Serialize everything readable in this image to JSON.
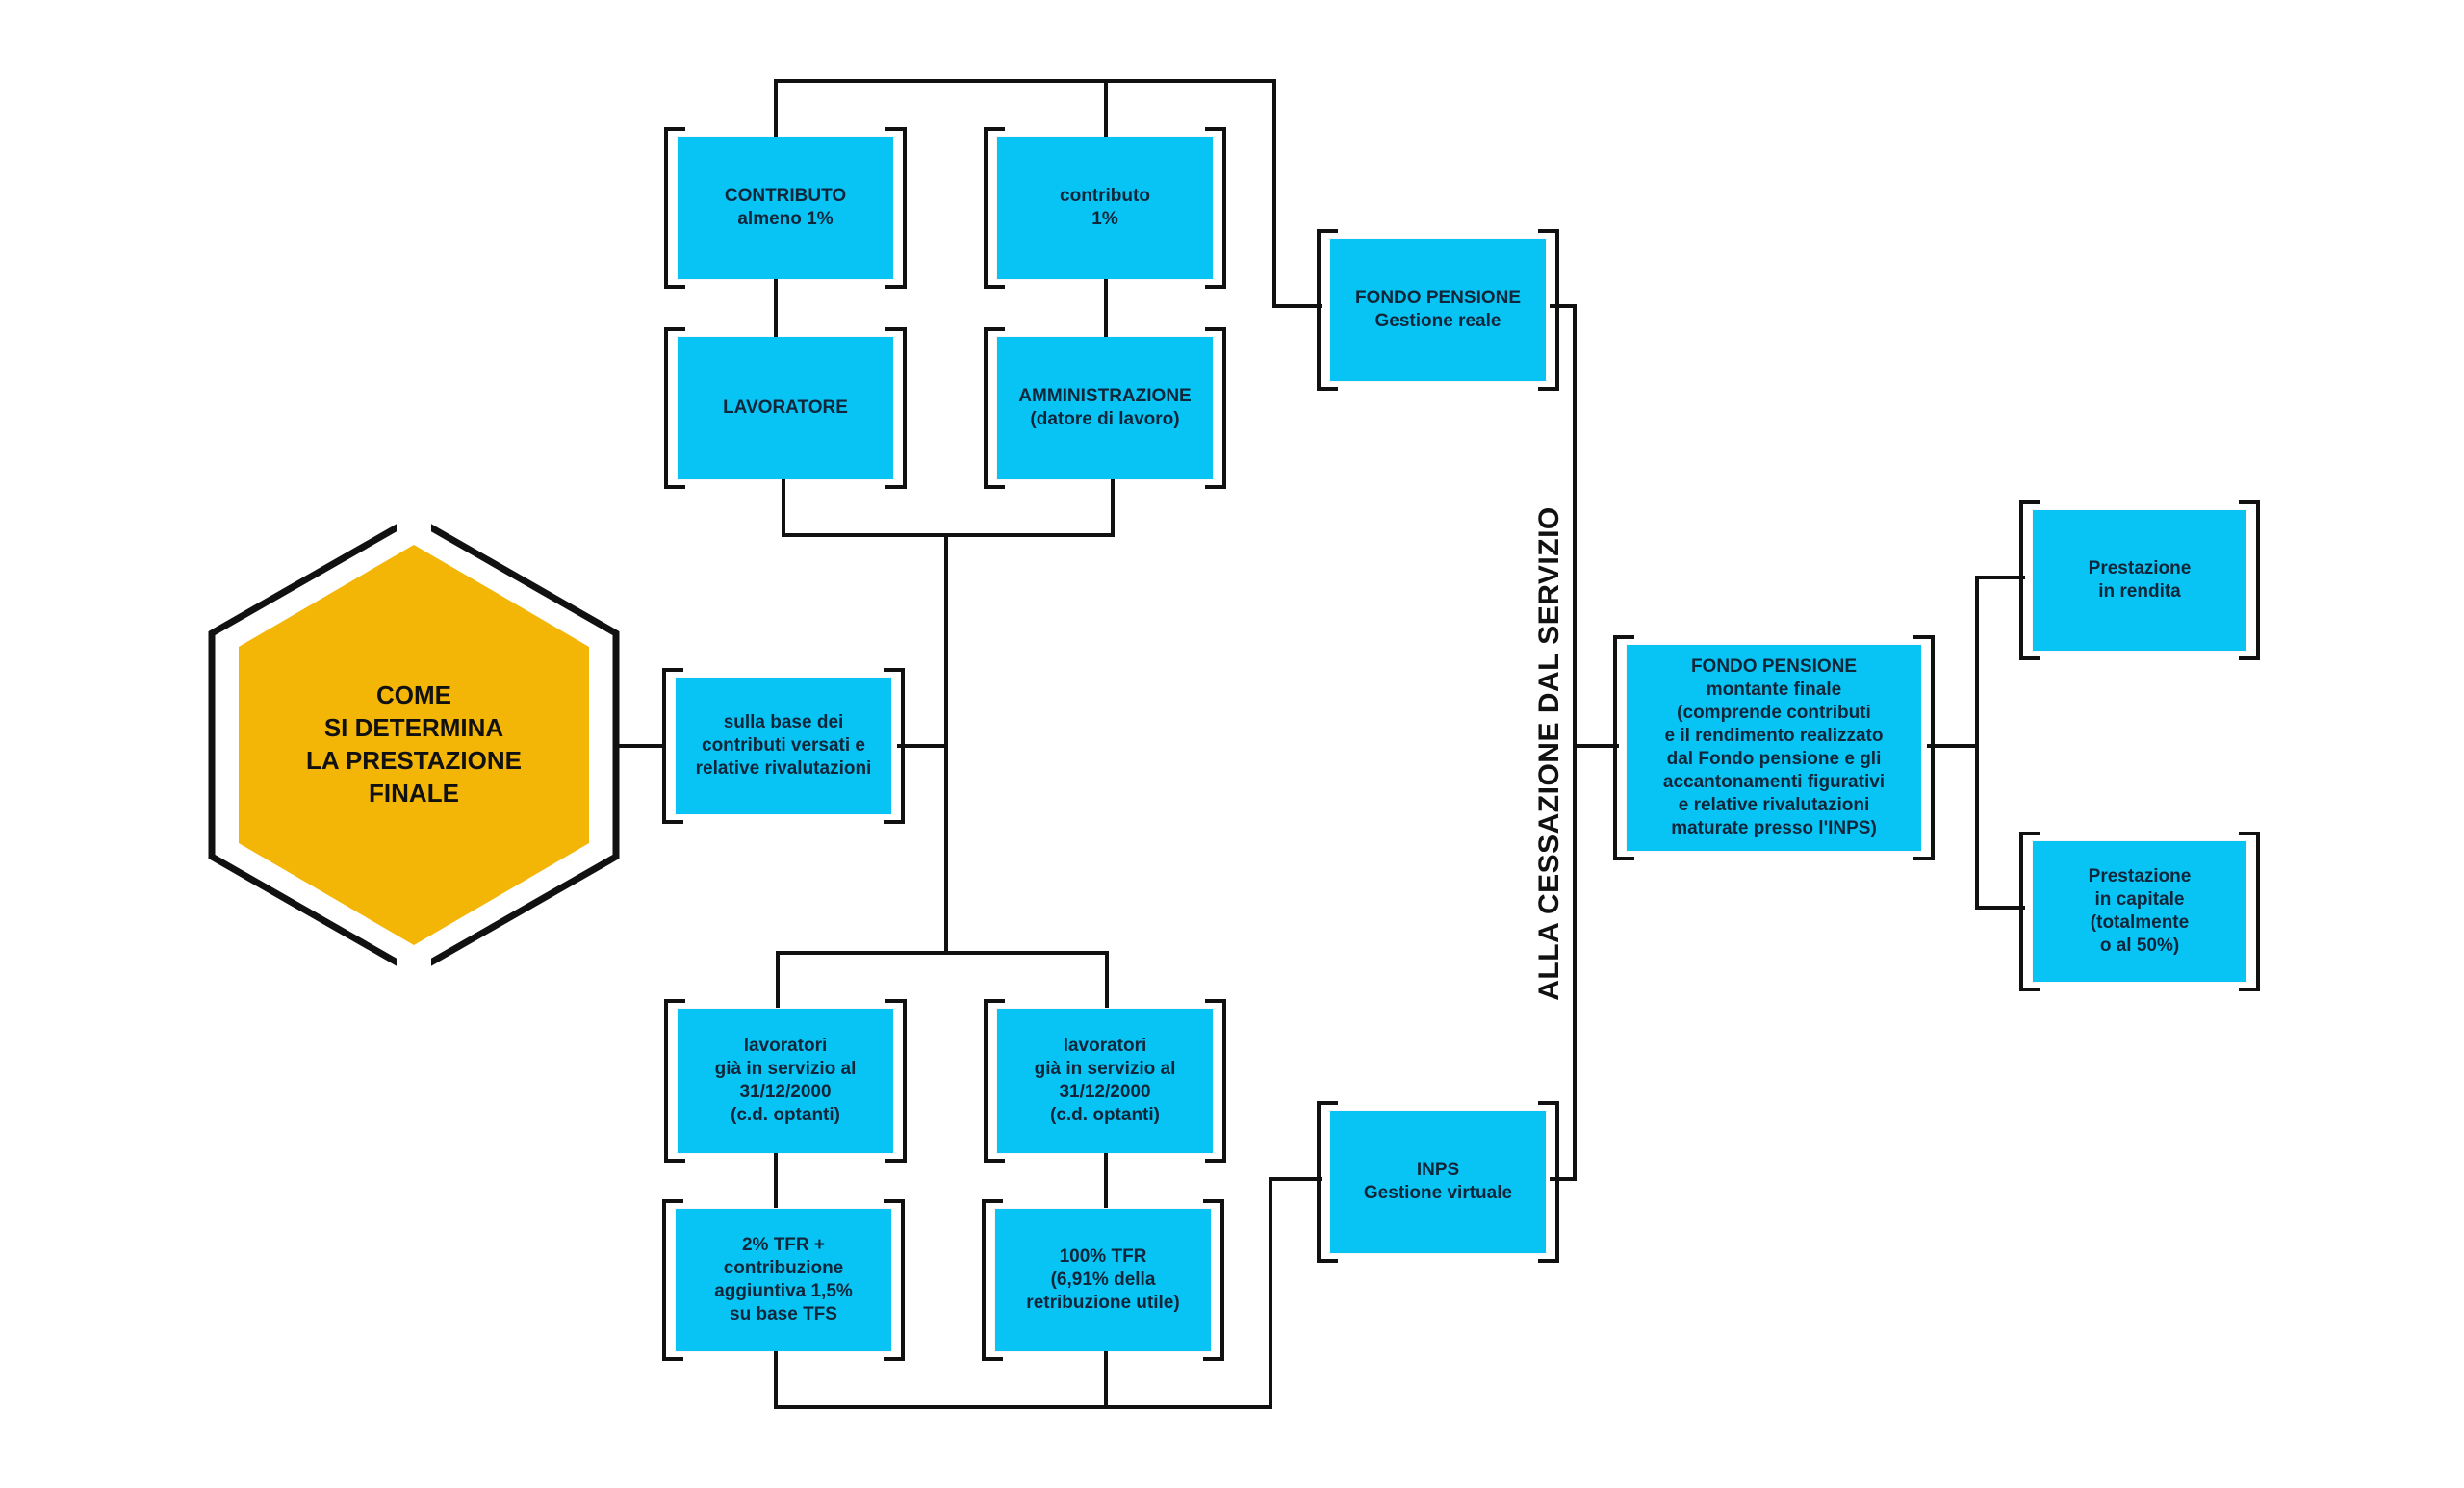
{
  "colors": {
    "box_fill": "#08c4f4",
    "box_text": "#10263a",
    "hexagon_fill": "#f3b506",
    "hexagon_outline": "#111111",
    "connector": "#111111",
    "background": "#ffffff"
  },
  "hexagon": {
    "title": "COME\nSI DETERMINA\nLA PRESTAZIONE\nFINALE"
  },
  "vertical_label": "ALLA CESSAZIONE DAL SERVIZIO",
  "boxes": {
    "contributo_lavoratore": "CONTRIBUTO\nalmeno 1%",
    "contributo_amministrazione": "contributo\n1%",
    "lavoratore": "LAVORATORE",
    "amministrazione": "AMMINISTRAZIONE\n(datore di lavoro)",
    "sulla_base": "sulla base dei\ncontributi versati e\nrelative rivalutazioni",
    "lavoratori_optanti_1": "lavoratori\ngià in servizio al\n31/12/2000\n(c.d. optanti)",
    "lavoratori_optanti_2": "lavoratori\ngià in servizio al\n31/12/2000\n(c.d. optanti)",
    "tfr_2": "2% TFR +\ncontribuzione\naggiuntiva 1,5%\nsu base TFS",
    "tfr_100": "100% TFR\n(6,91% della\nretribuzione utile)",
    "fondo_reale": "FONDO PENSIONE\nGestione reale",
    "inps_virtuale": "INPS\nGestione virtuale",
    "fondo_finale": "FONDO PENSIONE\nmontante finale\n(comprende contributi\ne il rendimento realizzato\ndal Fondo pensione e gli\naccantonamenti figurativi\ne relative rivalutazioni\nmaturate presso l'INPS)",
    "prestazione_rendita": "Prestazione\nin rendita",
    "prestazione_capitale": "Prestazione\nin capitale\n(totalmente\no al 50%)"
  }
}
